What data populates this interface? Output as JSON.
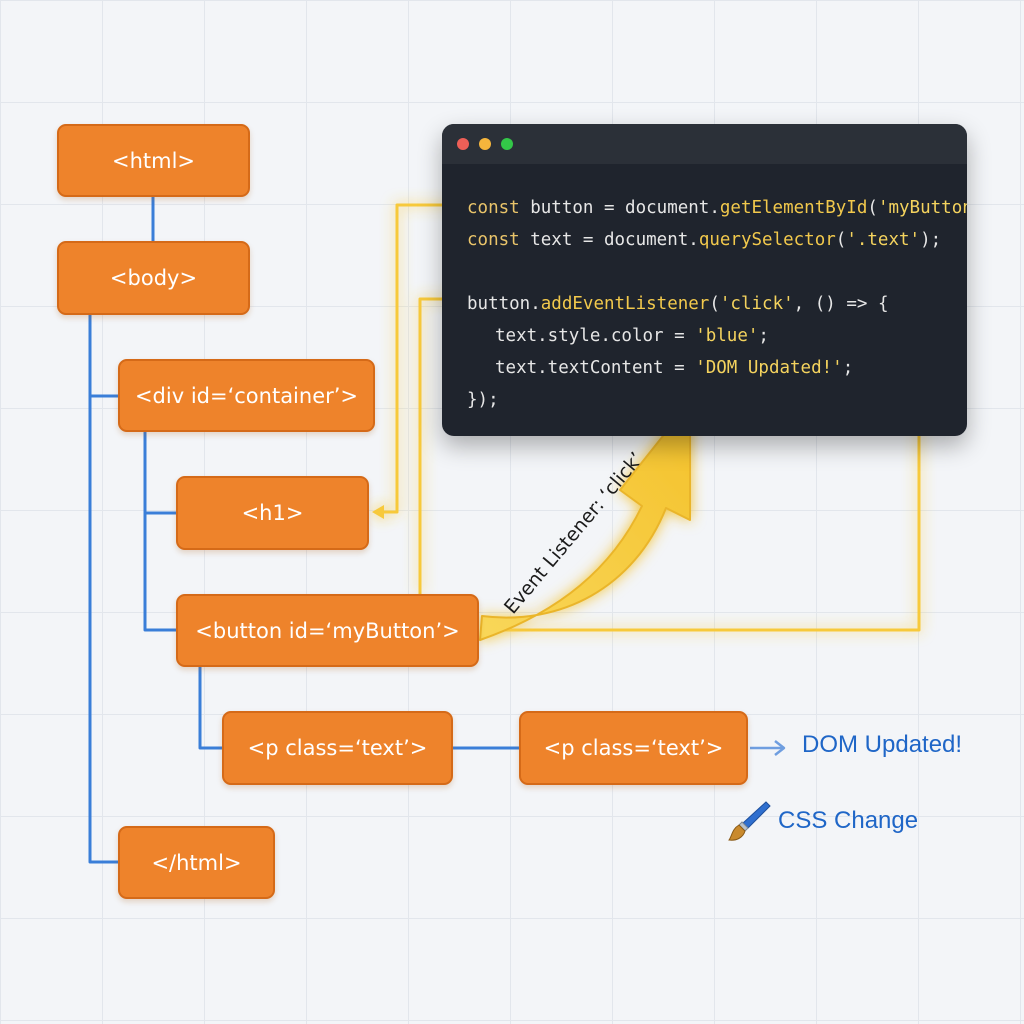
{
  "dom_tree": {
    "nodes": [
      {
        "id": "html-open",
        "label": "<html>"
      },
      {
        "id": "body",
        "label": "<body>"
      },
      {
        "id": "div-container",
        "label": "<div id=‘container’>"
      },
      {
        "id": "h1",
        "label": "<h1>"
      },
      {
        "id": "button",
        "label": "<button id=‘myButton’>"
      },
      {
        "id": "p-text-before",
        "label": "<p class=‘text’>"
      },
      {
        "id": "p-text-after",
        "label": "<p class=‘text’>"
      },
      {
        "id": "html-close",
        "label": "</html>"
      }
    ]
  },
  "code_editor": {
    "window_dots": [
      "#ee5f57",
      "#f5b53c",
      "#33c748"
    ],
    "line1": {
      "kw": "const",
      "a": " button = document.",
      "fn": "getElementById",
      "b": "(",
      "str": "'myButton'",
      "c": ");"
    },
    "line2": {
      "kw": "const",
      "a": " text = document.",
      "fn": "querySelector",
      "b": "(",
      "str": "'.text'",
      "c": ");"
    },
    "line3": {
      "a": "button.",
      "fn": "addEventListener",
      "b": "(",
      "str": "'click'",
      "c": ", () => {"
    },
    "line4": {
      "a": "text.style.color = ",
      "str": "'blue'",
      "c": ";"
    },
    "line5": {
      "a": "text.textContent = ",
      "str": "'DOM Updated!'",
      "c": ";"
    },
    "line6": "});"
  },
  "event_arrow": {
    "label": "Event Listener: ‘click’",
    "color": "#f7d23e"
  },
  "results": {
    "dom_updated": "DOM Updated!",
    "css_change": "CSS Change",
    "color": "#1f66c7"
  },
  "colors": {
    "node_fill": "#ee832b",
    "node_border": "#d56a18",
    "tree_line": "#3a7ed8",
    "highlight_line": "#f7c93a"
  }
}
